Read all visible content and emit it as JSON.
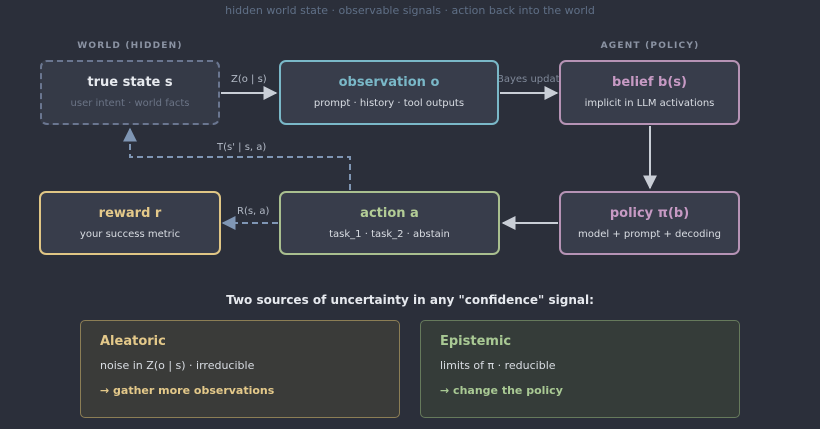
{
  "caption": "hidden world state · observable signals · action back into the world",
  "sections": {
    "world": "WORLD (HIDDEN)",
    "agent": "AGENT (POLICY)"
  },
  "nodes": {
    "true_state": {
      "title": "true state s",
      "subtitle": "user intent · world facts"
    },
    "observation": {
      "title": "observation o",
      "subtitle": "prompt · history · tool outputs"
    },
    "belief": {
      "title": "belief b(s)",
      "subtitle": "implicit in LLM activations"
    },
    "reward": {
      "title": "reward r",
      "subtitle": "your success metric"
    },
    "action": {
      "title": "action a",
      "subtitle": "task_1 · task_2 · abstain"
    },
    "policy": {
      "title": "policy π(b)",
      "subtitle": "model + prompt + decoding"
    }
  },
  "edges": {
    "emission": "Z(o | s)",
    "bayes": "Bayes update",
    "transition": "T(s' | s, a)",
    "reward": "R(s, a)"
  },
  "uncertainty": {
    "heading": "Two sources of uncertainty in any \"confidence\" signal:",
    "aleatoric": {
      "title": "Aleatoric",
      "description": "noise in Z(o | s) · irreducible",
      "action": "→ gather more observations"
    },
    "epistemic": {
      "title": "Epistemic",
      "description": "limits of π · reducible",
      "action": "→ change the policy"
    }
  },
  "colors": {
    "background": "#2b2f3a",
    "observation": "#7ab8c8",
    "agent": "#b693b5",
    "action": "#a9bf8f",
    "reward": "#e0c685",
    "hidden": "#6a7690",
    "arrow": "#c9ced6",
    "feedback": "#7f96b4"
  }
}
